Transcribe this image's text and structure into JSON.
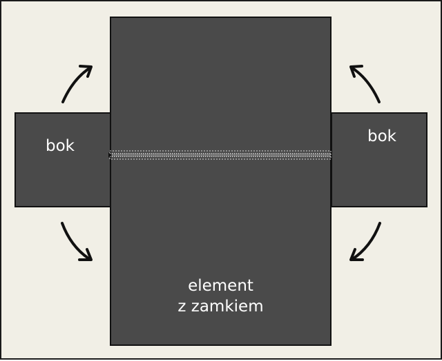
{
  "labels": {
    "side_left": "bok",
    "side_right": "bok",
    "main_line1": "element",
    "main_line2": "z zamkiem"
  },
  "colors": {
    "background": "#f1efe6",
    "panel_fill": "#4a4a4a",
    "outline": "#111111",
    "label_text": "#ffffff",
    "zipper": "#e8e8e8"
  },
  "icons": {
    "rotation_arrows": "curved-arrow-icon",
    "zipper": "zipper-icon"
  }
}
